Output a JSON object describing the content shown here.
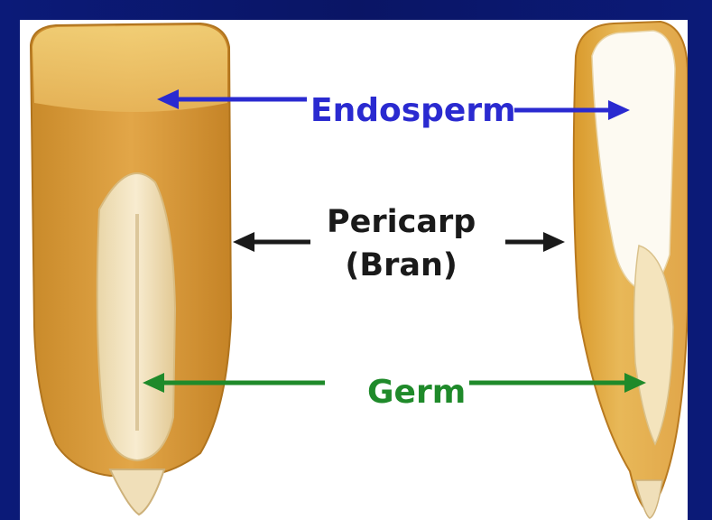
{
  "labels": {
    "endosperm": "Endosperm",
    "pericarp": "Pericarp",
    "bran": "(Bran)",
    "germ": "Germ"
  },
  "colors": {
    "frame": "#0b1a78",
    "endosperm_arrow": "#2a2ad0",
    "pericarp_arrow": "#1a1a1a",
    "germ_arrow": "#1f8a2a"
  }
}
